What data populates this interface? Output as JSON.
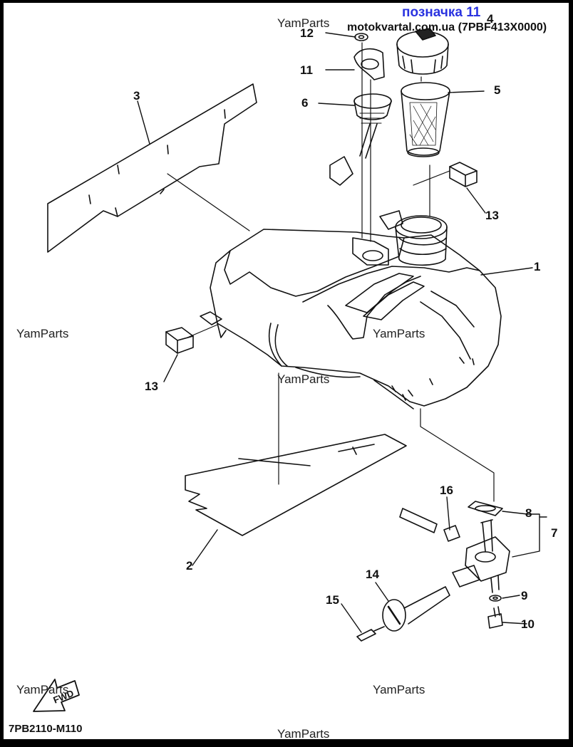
{
  "header": {
    "title": "позначка 11",
    "site": "motokvartal.com.ua (7PBF413X0000)"
  },
  "footer": {
    "diagram_code": "7PB2110-M110",
    "fwd_label": "FWD"
  },
  "watermark": "YamParts",
  "callouts": {
    "c1": "1",
    "c2": "2",
    "c3": "3",
    "c4": "4",
    "c5": "5",
    "c6": "6",
    "c7": "7",
    "c8": "8",
    "c9": "9",
    "c10": "10",
    "c11": "11",
    "c12": "12",
    "c13a": "13",
    "c13b": "13",
    "c14": "14",
    "c15": "15",
    "c16": "16"
  },
  "parts": [
    {
      "ref": "1",
      "part": "fuel-tank"
    },
    {
      "ref": "2",
      "part": "lower-protector-sheet"
    },
    {
      "ref": "3",
      "part": "side-protector-sheet"
    },
    {
      "ref": "4",
      "part": "fuel-tank-cap"
    },
    {
      "ref": "5",
      "part": "fuel-strainer"
    },
    {
      "ref": "6",
      "part": "fuel-level-sender"
    },
    {
      "ref": "7",
      "part": "fuel-cock-assembly"
    },
    {
      "ref": "8",
      "part": "gasket"
    },
    {
      "ref": "9",
      "part": "washer"
    },
    {
      "ref": "10",
      "part": "bolt"
    },
    {
      "ref": "11",
      "part": "gasket"
    },
    {
      "ref": "12",
      "part": "washer"
    },
    {
      "ref": "13",
      "part": "damper"
    },
    {
      "ref": "14",
      "part": "fuel-cock-lever"
    },
    {
      "ref": "15",
      "part": "screw"
    },
    {
      "ref": "16",
      "part": "hose-clip"
    }
  ]
}
